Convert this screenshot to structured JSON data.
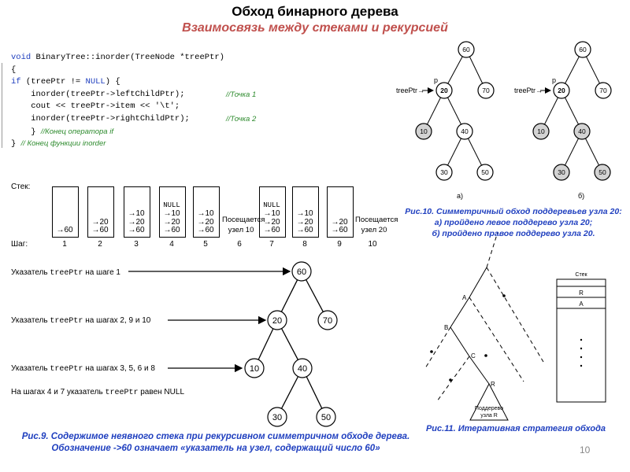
{
  "header": {
    "title": "Обход бинарного дерева",
    "subtitle": "Взаимосвязь между стеками и рекурсией"
  },
  "code": {
    "lines": [
      "void BinaryTree::inorder(TreeNode *treePtr)",
      "{",
      "if (treePtr != NULL) {",
      "    inorder(treePtr->leftChildPtr);",
      "    cout << treePtr->item << '\\t';",
      "    inorder(treePtr->rightChildPtr);",
      "    }",
      "}"
    ],
    "comments": {
      "point1": "//Точка 1",
      "point2": "//Точка 2",
      "end_if": "//Конец оператора if",
      "end_func": "// Конец функции inorder"
    }
  },
  "stack_figure": {
    "stack_label": "Стек:",
    "step_label": "Шаг:",
    "null_text": "NULL",
    "visited_prefix": "Посещается",
    "steps": [
      "1",
      "2",
      "3",
      "4",
      "5",
      "6",
      "7",
      "8",
      "9",
      "10"
    ],
    "columns": [
      {
        "top_null": false,
        "entries": [
          "→60"
        ]
      },
      {
        "top_null": false,
        "entries": [
          "→20",
          "→60"
        ]
      },
      {
        "top_null": false,
        "entries": [
          "→10",
          "→20",
          "→60"
        ]
      },
      {
        "top_null": true,
        "entries": [
          "→10",
          "→20",
          "→60"
        ]
      },
      {
        "top_null": false,
        "entries": [
          "→10",
          "→20",
          "→60"
        ]
      },
      {
        "visited": "узел 10"
      },
      {
        "top_null": true,
        "entries": [
          "→10",
          "→20",
          "→60"
        ]
      },
      {
        "top_null": false,
        "entries": [
          "→10",
          "→20",
          "→60"
        ]
      },
      {
        "top_null": false,
        "entries": [
          "→20",
          "→60"
        ]
      },
      {
        "visited": "узел 20"
      }
    ]
  },
  "pointer_figure": {
    "ptr_word": "Указатель",
    "ptr_name": "treePtr",
    "labels": [
      "на шаге 1",
      "на шагах 2, 9 и 10",
      "на шагах 3, 5, 6 и 8"
    ],
    "null_line_prefix": "На шагах 4 и 7 указатель",
    "null_line_suffix": "равен NULL",
    "null_word": "NULL",
    "nodes": [
      "60",
      "20",
      "70",
      "10",
      "40",
      "30",
      "50"
    ]
  },
  "fig9_caption": [
    "Рис.9. Содержимое неявного стека при рекурсивном симметричном обходе дерева.",
    "Обозначение ->60 означает «указатель на узел, содержащий число 60»"
  ],
  "fig10": {
    "p_label": "p",
    "treeptr_label": "treePtr→",
    "nodes": [
      "60",
      "20",
      "70",
      "10",
      "40",
      "30",
      "50"
    ],
    "sub_a": "а)",
    "sub_b": "б)",
    "caption": [
      "Рис.10. Симметричный обход поддеревьев узла 20:",
      "а) пройдено левое поддерево узла 20;",
      "б) пройдено правое поддерево узла 20."
    ]
  },
  "fig11": {
    "labels": [
      "A",
      "B",
      "C",
      "R"
    ],
    "subtree_text": [
      "Поддерево",
      "узла R"
    ],
    "stack_title": "Стек",
    "stack_cells": [
      "R",
      "A"
    ],
    "caption": "Рис.11. Итеративная стратегия обхода"
  },
  "page_number": "10",
  "colors": {
    "accent": "#c0504d",
    "caption": "#1f3fbf",
    "keyword": "#1f3fbf",
    "comment": "#2e8b2e",
    "node_fill_gray": "#d3d3d3"
  }
}
